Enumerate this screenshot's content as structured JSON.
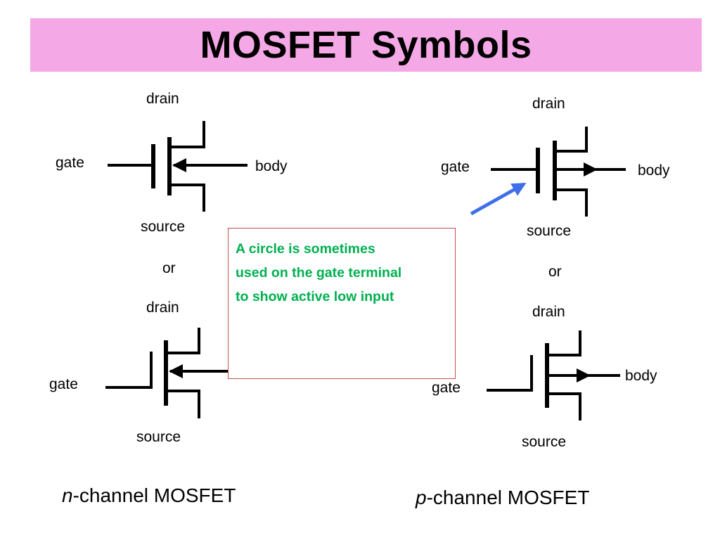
{
  "title": "MOSFET Symbols",
  "labels": {
    "drain": "drain",
    "gate": "gate",
    "body": "body",
    "source": "source",
    "or": "or"
  },
  "captions": {
    "n_italic": "n",
    "n_rest": "-channel MOSFET",
    "p_italic": "p",
    "p_rest": "-channel MOSFET"
  },
  "note": {
    "text": "A circle is sometimes\nused on the gate terminal\nto show active low input"
  },
  "colors": {
    "title_bar": "#f4a9e6",
    "note_text": "#00b050",
    "note_border": "#c0504d",
    "pointer_arrow": "#3f6fe8"
  }
}
